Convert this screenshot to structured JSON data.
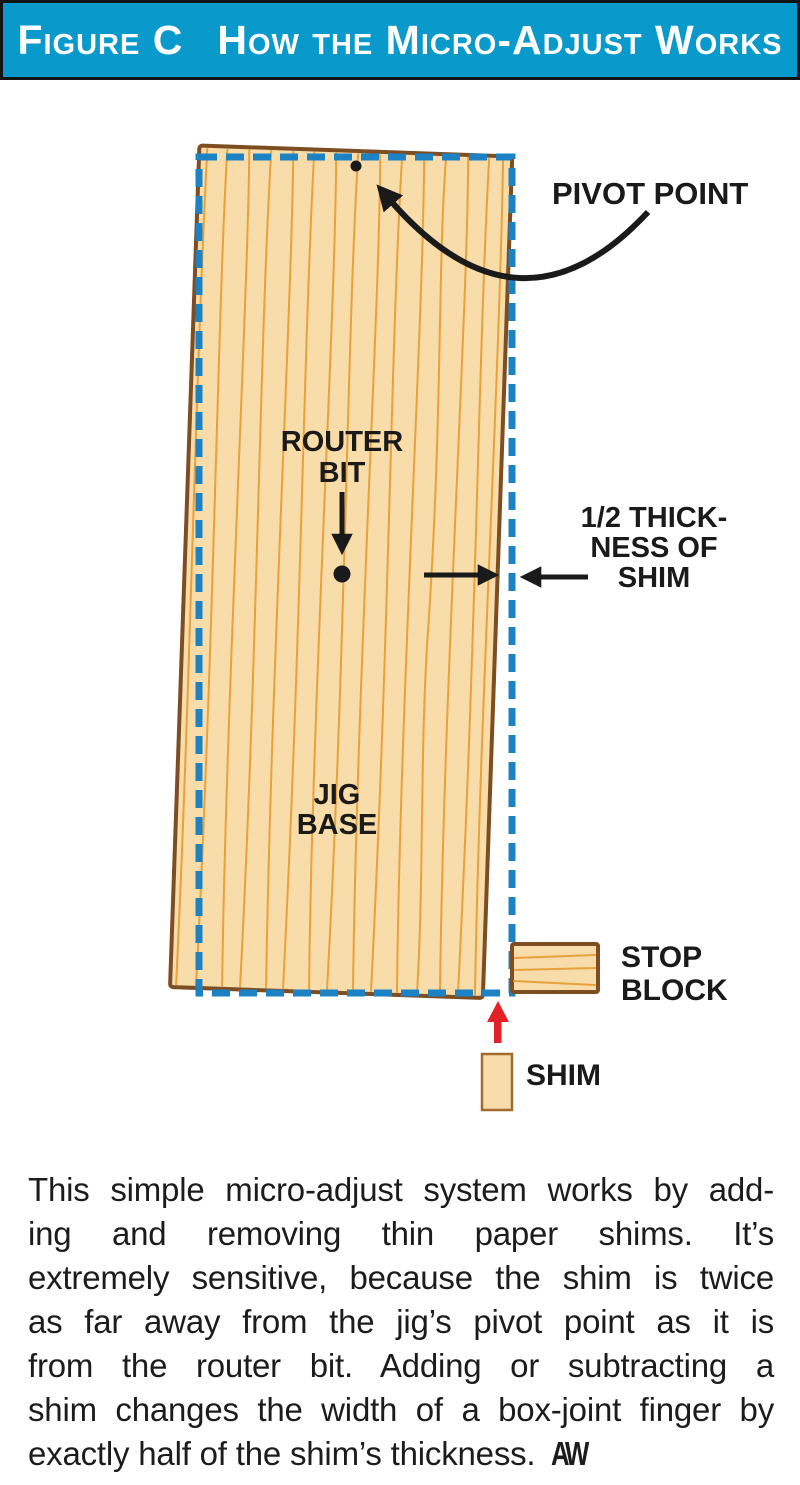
{
  "header": {
    "figure_label": "Figure C",
    "title": "How the Micro-Adjust Works"
  },
  "diagram": {
    "labels": {
      "pivot_point": "PIVOT POINT",
      "router_bit": [
        "ROUTER",
        "BIT"
      ],
      "shim_thickness": [
        "1/2 THICK-",
        "NESS OF",
        "SHIM"
      ],
      "jig_base": [
        "JIG",
        "BASE"
      ],
      "stop_block": [
        "STOP",
        "BLOCK"
      ],
      "shim": "SHIM"
    }
  },
  "caption": {
    "lines": [
      "This simple micro-adjust system works by add-",
      "ing and removing thin paper shims. It’s",
      "extremely sensitive, because the shim is twice",
      "as far away from the jig’s pivot point as it is",
      "from the router bit. Adding or subtracting a",
      "shim changes the width of a box-joint finger by",
      "exactly half of the shim’s thickness."
    ],
    "logo": "AW"
  },
  "theme": {
    "header_bg": "#0999CB",
    "header_text": "#FFFFFF",
    "wood_fill": "#F8DCA9",
    "wood_grain": "#E8A23C",
    "wood_edge": "#7E4E23",
    "outline_blue": "#1C82C4",
    "ink": "#1A1A1A",
    "arrow_red": "#E32227",
    "page_bg": "#FFFFFF"
  }
}
